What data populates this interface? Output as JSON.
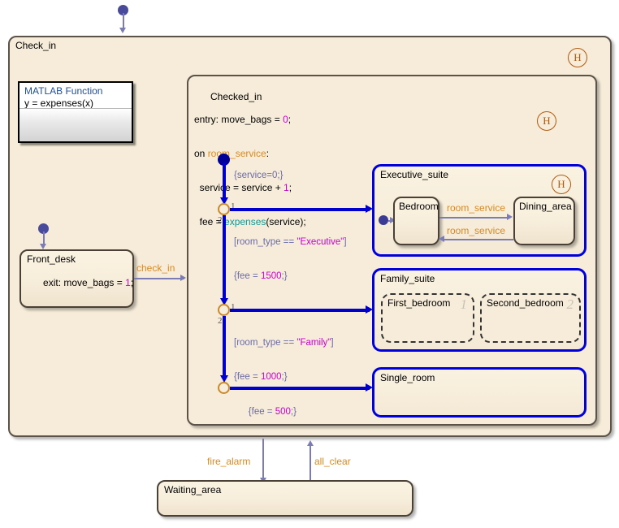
{
  "diagram": {
    "type": "stateflow-chart",
    "background": "#ffffff",
    "canvas_color": "#f6ecd9",
    "accent_event_color": "#d98b22",
    "accent_value_color": "#cc00cc",
    "accent_transition_color": "#7b7bb5",
    "accent_highlight_color": "#0000cc"
  },
  "matlab_function": {
    "name": "MATLAB Function",
    "signature": "y = expenses(x)"
  },
  "states": {
    "check_in": {
      "name": "Check_in",
      "history": "H"
    },
    "front_desk": {
      "name": "Front_desk",
      "action_prefix": "exit: ",
      "action_var": "move_bags = ",
      "action_value": "1",
      "action_end": ";"
    },
    "checked_in": {
      "name": "Checked_in",
      "history": "H",
      "line1_prefix": "entry: move_bags = ",
      "line1_value": "0",
      "line1_end": ";",
      "line2_prefix": "on ",
      "line2_event": "room_service",
      "line2_end": ":",
      "line3_prefix": "  service = service + ",
      "line3_value": "1",
      "line3_end": ";",
      "line4_prefix": "  fee = ",
      "line4_fn": "expenses",
      "line4_end": "(service);"
    },
    "executive_suite": {
      "name": "Executive_suite",
      "history": "H",
      "bedroom": "Bedroom",
      "dining_area": "Dining_area",
      "event_top": "room_service",
      "event_bottom": "room_service"
    },
    "family_suite": {
      "name": "Family_suite",
      "first_bedroom": "First_bedroom",
      "first_bedroom_order": "1",
      "second_bedroom": "Second_bedroom",
      "second_bedroom_order": "2"
    },
    "single_room": {
      "name": "Single_room"
    },
    "waiting_area": {
      "name": "Waiting_area"
    }
  },
  "transitions": {
    "check_in_event": "check_in",
    "default_action": "{service=0;}",
    "exec_cond": "[room_type == \"Executive\"]",
    "exec_action": "{fee = 1500;}",
    "family_cond": "[room_type == \"Family\"]",
    "family_action": "{fee = 1000;}",
    "single_action": "{fee = 500;}",
    "fire_alarm": "fire_alarm",
    "all_clear": "all_clear",
    "junction_order_1": "1",
    "junction_order_2": "2"
  }
}
